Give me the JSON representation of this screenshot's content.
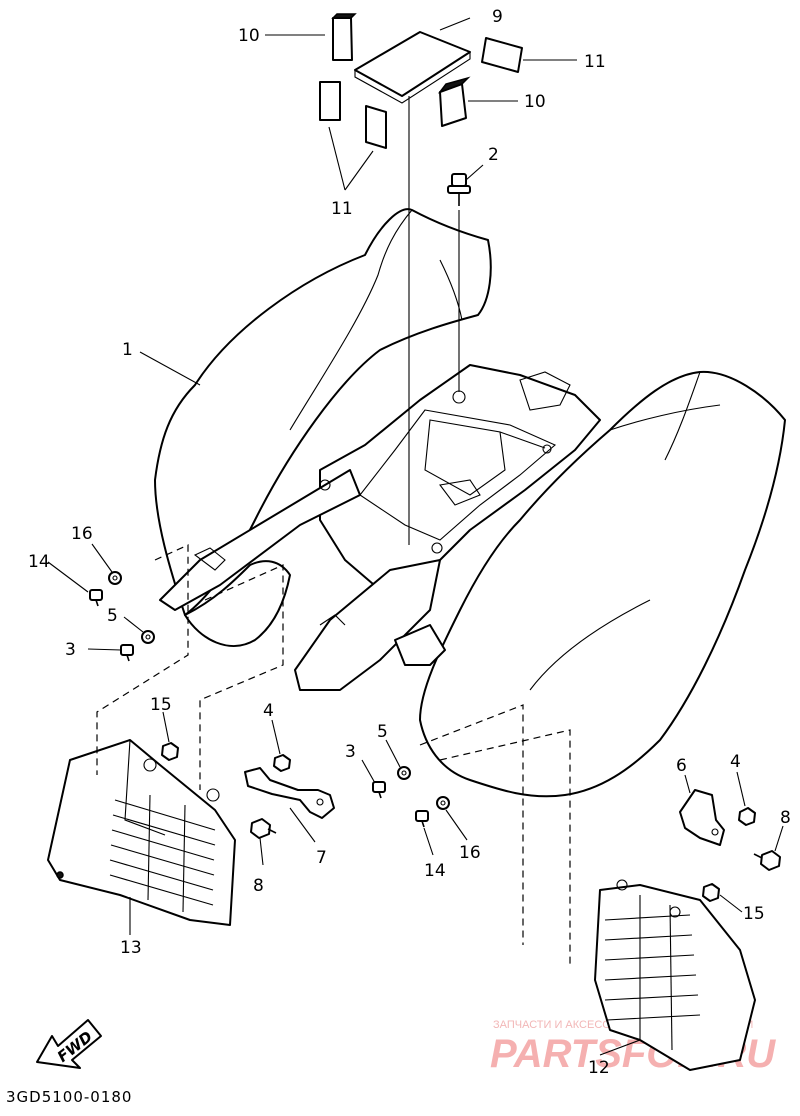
{
  "diagram": {
    "callouts": {
      "c1": "1",
      "c2": "2",
      "c3_left": "3",
      "c3_right": "3",
      "c4_left": "4",
      "c4_right": "4",
      "c5_left": "5",
      "c5_right": "5",
      "c6": "6",
      "c7": "7",
      "c8_left": "8",
      "c8_right": "8",
      "c9": "9",
      "c10_top": "10",
      "c10_right": "10",
      "c11_right": "11",
      "c11_bottom": "11",
      "c12": "12",
      "c13": "13",
      "c14_left": "14",
      "c14_right": "14",
      "c15_left": "15",
      "c15_right": "15",
      "c16_left": "16",
      "c16_right": "16"
    },
    "fwd_arrow_label": "FWD",
    "drawing_code": "3GD5100-0180"
  },
  "watermark": {
    "line1": "ЗАПЧАСТИ И АКСЕССУАРЫ ДЛЯ МОТОТЕХНИКИ",
    "line2": "PARTSFOR.RU"
  },
  "colors": {
    "ink": "#000000",
    "watermark": "#f2a8a8",
    "background": "#ffffff"
  }
}
